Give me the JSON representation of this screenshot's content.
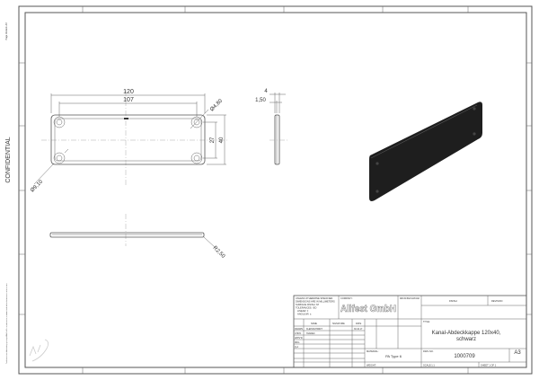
{
  "sidebar": {
    "confidential": "CONFIDENTIAL",
    "page_version": "Page Version: A3",
    "notice": "This document is the confidential and copyright property of Allfest GmbH. It is not, and must not be, reproduced or transferred to third parties without prior written permission."
  },
  "dimensions": {
    "overall_length": "120",
    "hole_spacing_x": "107",
    "hole_dia": "Ø4,80",
    "counterbore_dia": "Ø9,10",
    "hole_spacing_y": "27",
    "overall_height": "40",
    "thickness": "4",
    "plate_thickness": "1,50",
    "edge_radius": "R2,50"
  },
  "title_block": {
    "notes": [
      "UNLESS OTHERWISE SPECIFIED:",
      "DIMENSIONS ARE IN MILLIMETERS",
      "SURFACE FINISH: N7",
      "TOLERANCES: ISO",
      "LINEAR: ±",
      "ANGULAR: ±"
    ],
    "company_label": "COMPANY:",
    "company": "Allfest GmbH",
    "deburr": "DEBUR AND BREAK SHARP EDGES",
    "finish_label": "FINISH:",
    "revision_label": "REVISION",
    "headers": [
      "NAME",
      "SIGNATURE",
      "DATE"
    ],
    "rows": [
      {
        "label": "DRAWN",
        "name": "KLEINSCHMIDT",
        "date": "30.10.17"
      },
      {
        "label": "CHK'D",
        "name": "SVADEC",
        "date": ""
      },
      {
        "label": "APPV'D",
        "name": "",
        "date": ""
      },
      {
        "label": "MFG",
        "name": "",
        "date": ""
      },
      {
        "label": "Q.A",
        "name": "",
        "date": ""
      }
    ],
    "title_label": "TITLE:",
    "title_line1": "Kanal-Abdeckkappe 120x40,",
    "title_line2": "schwarz",
    "material_label": "MATERIAL:",
    "material": "PA Type 6",
    "dwg_no_label": "DWG NO.",
    "dwg_no": "1000709",
    "size": "A3",
    "weight_label": "WEIGHT:",
    "scale": "SCALE:1:1",
    "sheet": "SHEET 1 OF 1"
  }
}
